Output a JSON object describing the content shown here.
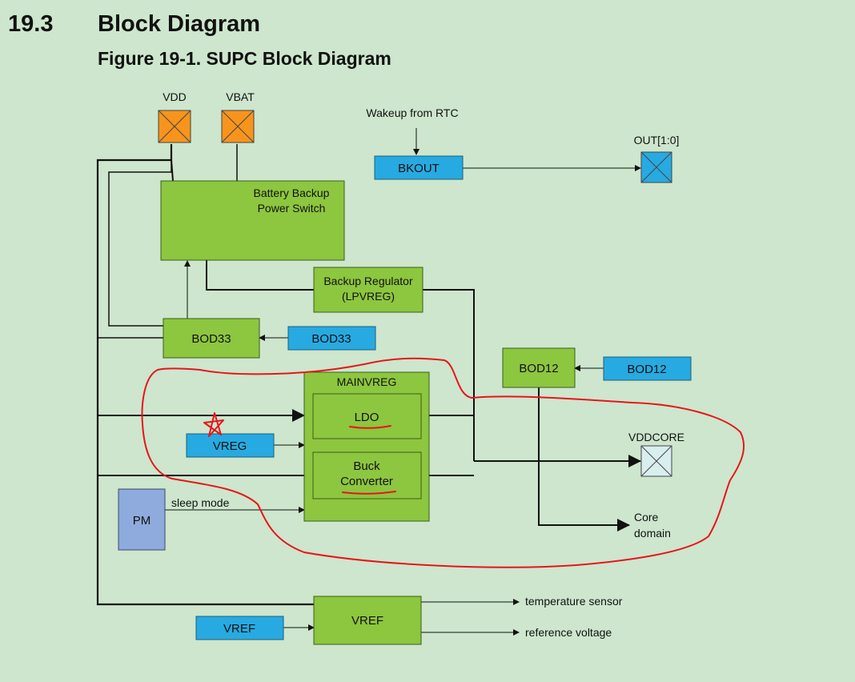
{
  "section": {
    "number": "19.3",
    "title": "Block Diagram"
  },
  "figure": {
    "title": "Figure 19-1.  SUPC Block Diagram"
  },
  "pins": {
    "vdd": "VDD",
    "vbat": "VBAT",
    "out": "OUT[1:0]",
    "vddcore": "VDDCORE"
  },
  "blocks": {
    "battery_switch_line1": "Battery Backup",
    "battery_switch_line2": "Power Switch",
    "backup_reg_line1": "Backup Regulator",
    "backup_reg_line2": "(LPVREG)",
    "bod33": "BOD33",
    "bod12": "BOD12",
    "mainvreg": "MAINVREG",
    "ldo": "LDO",
    "buck_line1": "Buck",
    "buck_line2": "Converter",
    "pm": "PM",
    "vref": "VREF"
  },
  "registers": {
    "bkout": "BKOUT",
    "bod33": "BOD33",
    "bod12": "BOD12",
    "vreg": "VREG",
    "vref": "VREF"
  },
  "signals": {
    "wakeup": "Wakeup from RTC",
    "sleep_mode": "sleep mode",
    "core_domain_line1": "Core",
    "core_domain_line2": "domain",
    "temperature_sensor": "temperature sensor",
    "reference_voltage": "reference voltage"
  },
  "colors": {
    "block_green": "#8dc63f",
    "register_blue": "#27aae1",
    "pin_orange": "#f7941d",
    "pm_blue": "#8faadc",
    "vddcore_pin": "#d9eeee",
    "annotation_red": "#e8141b"
  }
}
